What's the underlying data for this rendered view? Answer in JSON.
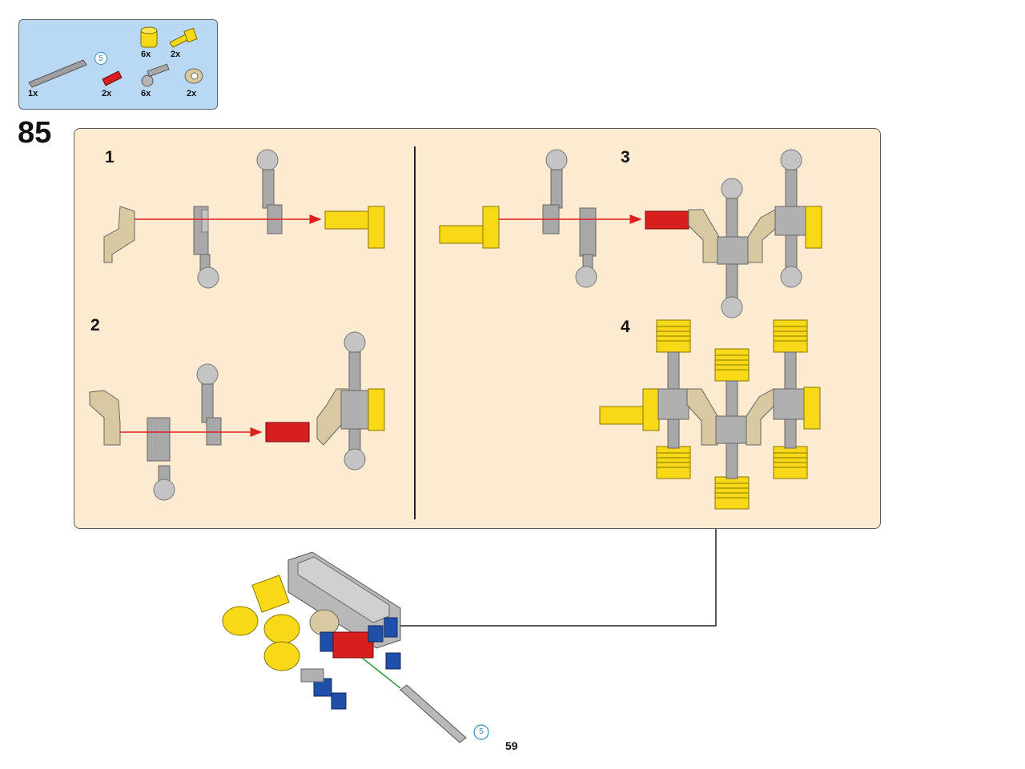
{
  "parts_list": {
    "items": [
      {
        "name": "axle-5",
        "qty": "1x",
        "ref": "5"
      },
      {
        "name": "red-pin",
        "qty": "2x"
      },
      {
        "name": "piston-crank",
        "qty": "6x"
      },
      {
        "name": "tan-crank",
        "qty": "2x"
      },
      {
        "name": "yellow-cylinder",
        "qty": "6x"
      },
      {
        "name": "yellow-axle-pin",
        "qty": "2x"
      }
    ]
  },
  "step": {
    "number": "85",
    "substeps": [
      "1",
      "2",
      "3",
      "4"
    ]
  },
  "callout": {
    "axle_ref": "5"
  },
  "page": {
    "number": "59"
  },
  "colors": {
    "panel_bg": "#fcebd0",
    "parts_bg": "#b8d8f4",
    "yellow": "#f7d917",
    "red": "#d81f1f",
    "gray": "#a8a8a8",
    "tan": "#d8c9a0",
    "blue": "#1f4fa8",
    "arrow_red": "#e02020"
  }
}
